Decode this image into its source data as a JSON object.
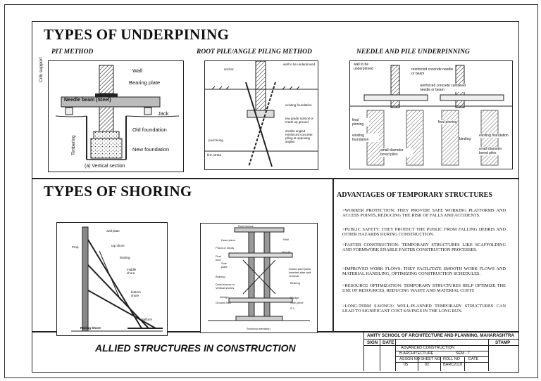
{
  "underpinning": {
    "heading": "TYPES OF UNDERPINING",
    "methods": [
      "PIT METHOD",
      "ROOT PILE/ANGLE PILING METHOD",
      "NEEDLE AND PILE UNDERPINNING"
    ],
    "pit_labels": {
      "wall": "Wall",
      "bearing_plate": "Bearing plate",
      "crib": "Crib support",
      "needle": "Needle beam (Steel)",
      "jack": "Jack",
      "old": "Old foundation",
      "timbering": "Timbering",
      "new": "New foundation",
      "caption": "(a) Vertical section"
    },
    "root_labels": {
      "wall": "wall to be underpinned",
      "anchor": "anchor",
      "existing": "existing foundation",
      "low": "low grade subsoil or made up ground",
      "double": "double angled reinforced concrete piling at opposing angles",
      "pile": "pool being",
      "firm": "firm strata"
    },
    "needle_labels": {
      "wall": "wall to be underpinned",
      "rc_needle": "reinforced concrete needle or beam",
      "rc_cantilever": "reinforced concrete cantilever needle or beam",
      "final1": "final pinning",
      "final2": "final pinning",
      "existing1": "existing foundation",
      "existing2": "existing foundation",
      "small1": "small diameter bored piles",
      "small2": "small diameter bored piles",
      "binding": "binding"
    }
  },
  "shoring": {
    "heading": "TYPES OF SHORING",
    "raking_labels": {
      "wall_plate": "wall plate",
      "top_shore": "top shore",
      "binding": "binding",
      "middle": "middle shore",
      "bottom": "bottom shore",
      "platform": "platform",
      "caption": "Raking Shore",
      "prop": "Prop"
    },
    "dead_labels": {
      "roof": "Roof terrace",
      "head": "Head piece",
      "wall": "Wall",
      "props": "Props or struts",
      "first": "First floor",
      "needle": "Needle",
      "sole": "Sole plate",
      "bracing": "Bracing",
      "dead_shores": "Dead shores or Vertical shores",
      "rolled": "Rolled steel joists inserted after wall removal",
      "bearing": "Bearing",
      "wedge": "Wedge",
      "ground": "Ground floor",
      "wedge2": "Wedge",
      "sole2": "Sole piece",
      "gl": "G.L.",
      "caption": "Sectional elevation"
    }
  },
  "advantages": {
    "title": "ADVANTAGES OF TEMPORARY STRUCTURES",
    "items": [
      ">WORKER PROTECTION: THEY PROVIDE SAFE WORKING PLATFORMS AND ACCESS POINTS, REDUCING THE RISK OF FALLS AND ACCIDENTS.",
      ">PUBLIC SAFETY: THEY PROTECT THE PUBLIC FROM FALLING DEBRIS AND OTHER HAZARDS DURING CONSTRUCTION.",
      ">FASTER CONSTRUCTION: TEMPORARY STRUCTURES LIKE SCAFFOLDING AND FORMWORK ENABLE FASTER CONSTRUCTION PROCESSES.",
      ">IMPROVED WORK FLOWS: THEY FACILITATE SMOOTH WORK FLOWS AND MATERIAL HANDLING, OPTIMIZING CONSTRUCTION SCHEDULES.",
      ">RESOURCE OPTIMIZATION: TEMPORARY STRUCTURES HELP OPTIMIZE THE USE OF RESOURCES, REDUCING WASTE AND MATERIAL COSTS",
      ">LONG-TERM SAVINGS: WELL-PLANNED TEMPORARY STRUCTURES CAN LEAD TO SIGNIFICANT COST SAVINGS IN THE LONG RUN."
    ]
  },
  "footer": {
    "title": "ALLIED STRUCTURES IN CONSTRUCTION",
    "school": "AMITY SCHOOL OF ARCHITECTURE AND PLANNING, MAHARASHTRA",
    "sign": "SIGN",
    "date": "DATE",
    "stamp": "STAMP",
    "subject": "ADVANCED CONSTRUCTION",
    "course": "B.ARCHITECTURE",
    "sem": "SEM - 7",
    "assign_no_h": "ASSGN NO",
    "sheet_no_h": "SHEET NO",
    "roll_no_h": "ROLL NO",
    "date_h": "DATE",
    "assign_no": "05",
    "sheet_no": "02",
    "roll_no": "BARC2118"
  }
}
